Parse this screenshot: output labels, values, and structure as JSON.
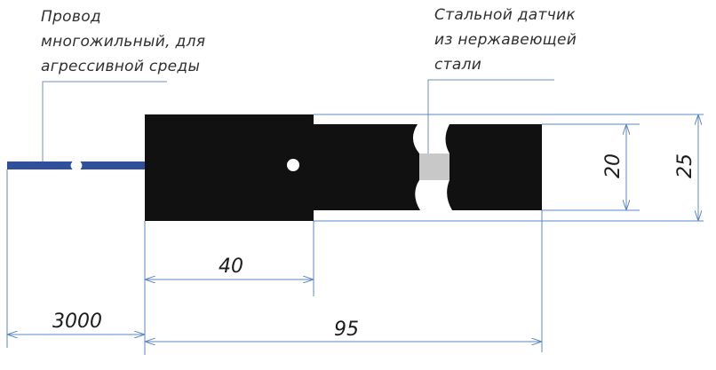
{
  "labels": {
    "wire": [
      "Провод",
      "многожильный, для",
      "агрессивной среды"
    ],
    "sensor": [
      "Стальной датчик",
      "из нержавеющей",
      "стали"
    ]
  },
  "dimensions": {
    "cable_length": "3000",
    "thick_section_length": "40",
    "total_length": "95",
    "small_diameter": "20",
    "large_diameter": "25"
  },
  "colors": {
    "body": "#111111",
    "wire": "#2f4f9a",
    "steel": "#c8c8c8",
    "dimension_lines": "#5b87c4"
  }
}
